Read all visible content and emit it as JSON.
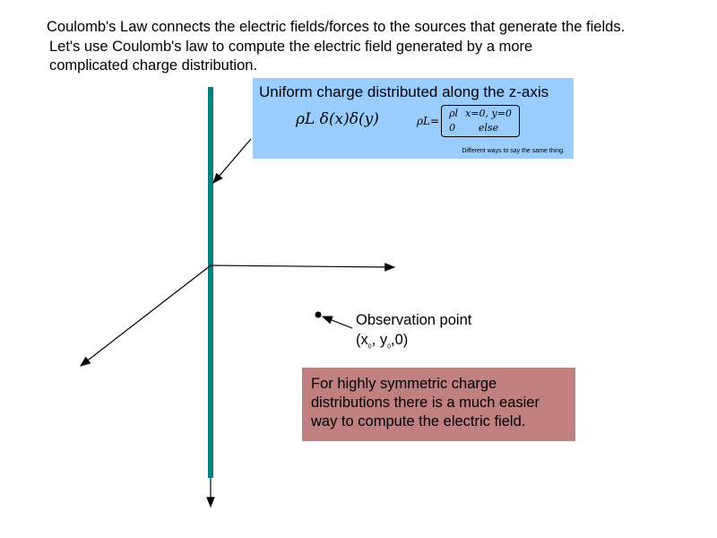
{
  "title_line1": "Coulomb's Law connects the electric  fields/forces to the sources that generate the fields.",
  "title_line2": "Let's use Coulomb's law to compute the electric field generated by a more",
  "title_line3": "complicated charge distribution.",
  "blue_box": {
    "heading": "Uniform charge distributed along the z-axis",
    "formula1": "ρL δ(x)δ(y)",
    "formula2_lhs": "ρL=",
    "formula2_case1_value": "ρl",
    "formula2_case1_cond": "x=0, y=0",
    "formula2_case2_value": "0",
    "formula2_case2_cond": "else",
    "note": "Different ways to say the same thing.",
    "color": "#99ccff"
  },
  "observation": {
    "label": "Observation point",
    "coords_open": "(x",
    "sub0": "0",
    "coords_mid": ", y",
    "coords_end": ",0)"
  },
  "red_box": {
    "text_line1": "For highly symmetric charge",
    "text_line2": "distributions there is a much easier",
    "text_line3": "way to compute the electric field.",
    "color": "#c08080"
  },
  "line_color": "#008080"
}
